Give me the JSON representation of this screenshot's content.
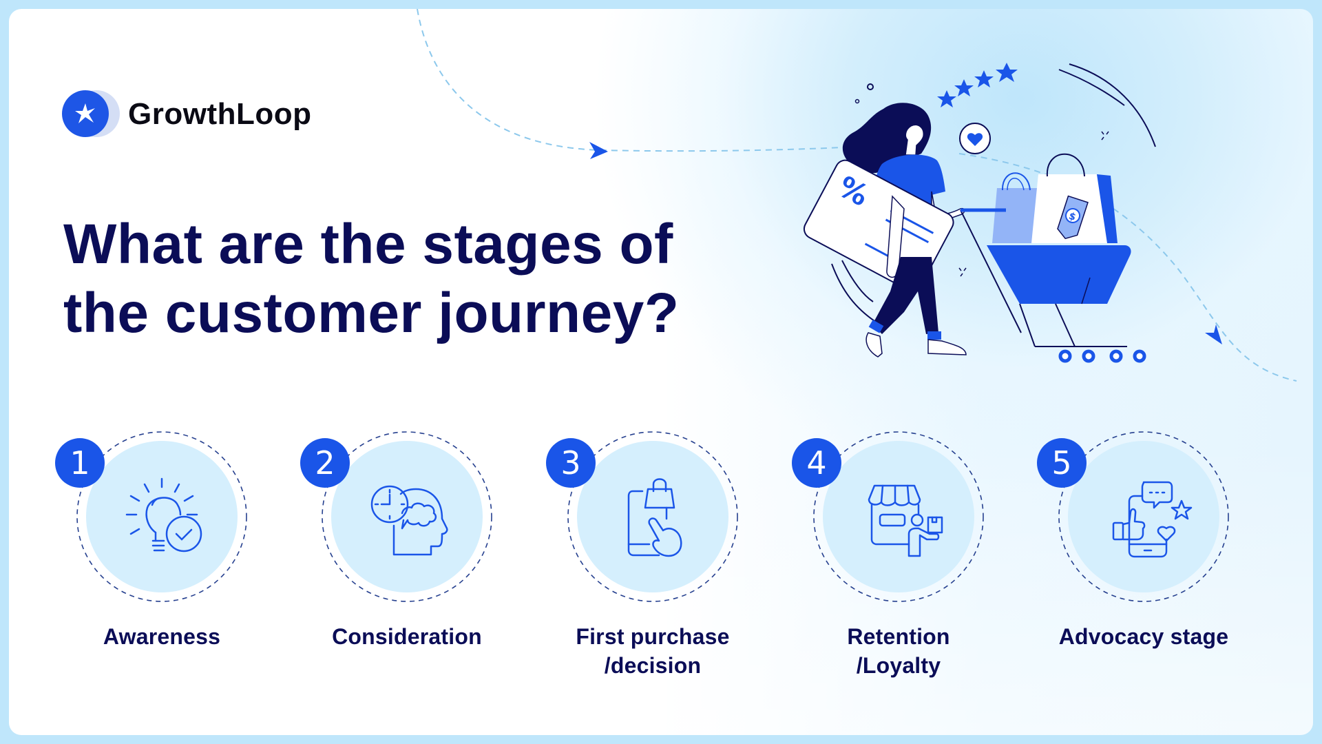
{
  "brand": {
    "name": "GrowthLoop",
    "logo_icon": "star-burst-icon",
    "accent_color": "#1a55e8",
    "text_color": "#0b0d57"
  },
  "heading": {
    "line1": "What are the stages of",
    "line2": "the customer journey?"
  },
  "illustration": {
    "description": "Woman with discount card pushing shopping cart with bags",
    "card_symbol": "%",
    "tag_symbol": "$",
    "rating_stars": 4,
    "icons": [
      "percent-card-icon",
      "shopping-cart-icon",
      "shopping-bag-icon",
      "price-tag-icon",
      "heart-bubble-icon",
      "star-icon"
    ]
  },
  "stages": [
    {
      "number": "1",
      "label_line1": "Awareness",
      "label_line2": "",
      "icon": "lightbulb-check-icon"
    },
    {
      "number": "2",
      "label_line1": "Consideration",
      "label_line2": "",
      "icon": "head-clock-thought-icon"
    },
    {
      "number": "3",
      "label_line1": "First purchase",
      "label_line2": "/decision",
      "icon": "phone-bag-tap-icon"
    },
    {
      "number": "4",
      "label_line1": "Retention",
      "label_line2": "/Loyalty",
      "icon": "store-delivery-icon"
    },
    {
      "number": "5",
      "label_line1": "Advocacy stage",
      "label_line2": "",
      "icon": "phone-like-review-icon"
    }
  ]
}
